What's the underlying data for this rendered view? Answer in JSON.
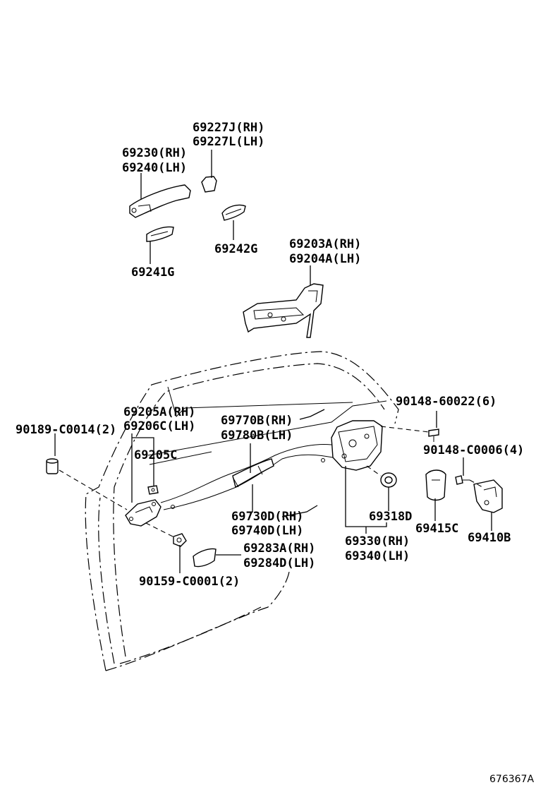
{
  "labels": {
    "p69227": [
      "69227J(RH)",
      "69227L(LH)"
    ],
    "p69230": [
      "69230(RH)",
      "69240(LH)"
    ],
    "p69242": [
      "69242G"
    ],
    "p69241": [
      "69241G"
    ],
    "p69203": [
      "69203A(RH)",
      "69204A(LH)"
    ],
    "p69205a": [
      "69205A(RH)",
      "69206C(LH)"
    ],
    "p69205c": [
      "69205C"
    ],
    "p69770": [
      "69770B(RH)",
      "69780B(LH)"
    ],
    "p90148a": [
      "90148-60022(6)"
    ],
    "p90148b": [
      "90148-C0006(4)"
    ],
    "p90189": [
      "90189-C0014(2)"
    ],
    "p69730": [
      "69730D(RH)",
      "69740D(LH)"
    ],
    "p69318": [
      "69318D"
    ],
    "p69415": [
      "69415C"
    ],
    "p69410": [
      "69410B"
    ],
    "p69330": [
      "69330(RH)",
      "69340(LH)"
    ],
    "p69283": [
      "69283A(RH)",
      "69284D(LH)"
    ],
    "p90159": [
      "90159-C0001(2)"
    ]
  },
  "figure_id": "676367A"
}
